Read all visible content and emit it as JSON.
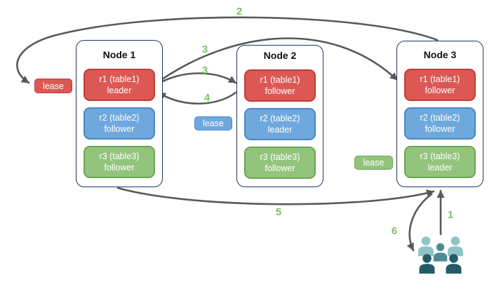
{
  "nodes": [
    {
      "title": "Node 1",
      "replicas": [
        {
          "name": "r1 (table1)",
          "role": "leader",
          "color": "red"
        },
        {
          "name": "r2 (table2)",
          "role": "follower",
          "color": "blue"
        },
        {
          "name": "r3 (table3)",
          "role": "follower",
          "color": "green"
        }
      ]
    },
    {
      "title": "Node 2",
      "replicas": [
        {
          "name": "r1 (table1)",
          "role": "follower",
          "color": "red"
        },
        {
          "name": "r2 (table2)",
          "role": "leader",
          "color": "blue"
        },
        {
          "name": "r3 (table3)",
          "role": "follower",
          "color": "green"
        }
      ]
    },
    {
      "title": "Node 3",
      "replicas": [
        {
          "name": "r1 (table1)",
          "role": "follower",
          "color": "red"
        },
        {
          "name": "r2 (table2)",
          "role": "follower",
          "color": "blue"
        },
        {
          "name": "r3 (table3)",
          "role": "leader",
          "color": "green"
        }
      ]
    }
  ],
  "leases": [
    {
      "label": "lease",
      "color": "red",
      "near": "node1-r1-leader"
    },
    {
      "label": "lease",
      "color": "blue",
      "near": "node2-r2-leader"
    },
    {
      "label": "lease",
      "color": "green",
      "near": "node3-r3-leader"
    }
  ],
  "flows": [
    {
      "label": "1",
      "from": "clients",
      "to": "node3-r3-leader"
    },
    {
      "label": "2",
      "from": "node3",
      "to": "lease-red"
    },
    {
      "label": "3",
      "from": "node1-r1-leader",
      "to": "node3-r1-follower"
    },
    {
      "label": "3",
      "from": "node1-r1-leader",
      "to": "node2-r1-follower"
    },
    {
      "label": "4",
      "from": "node2-r1-follower",
      "to": "node1-r1-leader"
    },
    {
      "label": "5",
      "from": "node1",
      "to": "node3-r3-leader"
    },
    {
      "label": "6",
      "from": "node3-r3-leader",
      "to": "clients"
    }
  ],
  "icons": {
    "clients": "users-group-icon"
  },
  "colors": {
    "background": "#FFFFFF",
    "arrow": "#595959",
    "number_green": "#7FBE63",
    "red_fill": "#DC5854",
    "red_border": "#C13B37",
    "blue_fill": "#6FA8DC",
    "blue_border": "#4A86C8",
    "green_fill": "#93C47D",
    "green_border": "#6AA84F",
    "node_border": "#24365F",
    "replica_text": "#FFFFFF",
    "title_text": "#111111",
    "people_light": "#8FC4C6",
    "people_mid": "#4D8C94",
    "people_dark": "#275A69"
  }
}
